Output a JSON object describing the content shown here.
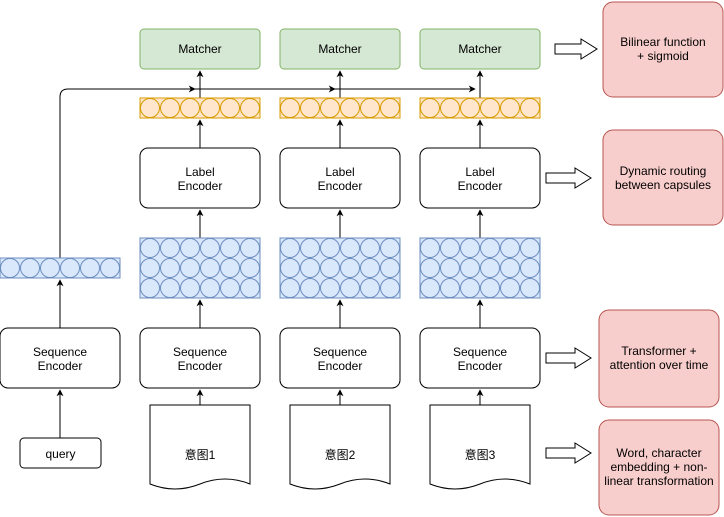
{
  "columns": [
    {
      "doc_label": "意图1",
      "seq_label": [
        "Sequence",
        "Encoder"
      ],
      "label_enc": [
        "Label",
        "Encoder"
      ],
      "matcher": "Matcher"
    },
    {
      "doc_label": "意图2",
      "seq_label": [
        "Sequence",
        "Encoder"
      ],
      "label_enc": [
        "Label",
        "Encoder"
      ],
      "matcher": "Matcher"
    },
    {
      "doc_label": "意图3",
      "seq_label": [
        "Sequence",
        "Encoder"
      ],
      "label_enc": [
        "Label",
        "Encoder"
      ],
      "matcher": "Matcher"
    }
  ],
  "query": {
    "label": "query",
    "encoder": [
      "Sequence",
      "Encoder"
    ]
  },
  "notes": [
    {
      "name": "matcher-note",
      "lines": [
        "Bilinear function",
        "+ sigmoid"
      ]
    },
    {
      "name": "label-encoder-note",
      "lines": [
        "Dynamic routing",
        "between capsules"
      ]
    },
    {
      "name": "sequence-encoder-note",
      "lines": [
        "Transformer +",
        "attention over time"
      ]
    },
    {
      "name": "embedding-note",
      "lines": [
        "Word, character",
        "embedding + non-",
        "linear transformation"
      ]
    }
  ],
  "colors": {
    "matcher_fill": "#d5e8d4",
    "matcher_stroke": "#82b366",
    "orange_fill": "#ffe6cc",
    "orange_stroke": "#d79b00",
    "blue_fill": "#dae8fc",
    "blue_stroke": "#6c8ebf",
    "note_fill": "#f8cecc",
    "note_stroke": "#b85450"
  }
}
